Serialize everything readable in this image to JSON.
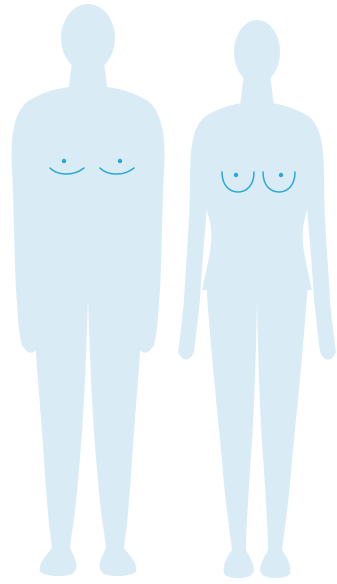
{
  "colors": {
    "background": "#ffffff",
    "silhouette": "#d9ecf6",
    "marker": "#2aa7d6"
  },
  "figures": [
    {
      "id": "male",
      "icon": "male-silhouette",
      "marks": [
        "left-chest-mark",
        "right-chest-mark"
      ]
    },
    {
      "id": "female",
      "icon": "female-silhouette",
      "marks": [
        "left-breast-mark",
        "right-breast-mark"
      ]
    }
  ]
}
